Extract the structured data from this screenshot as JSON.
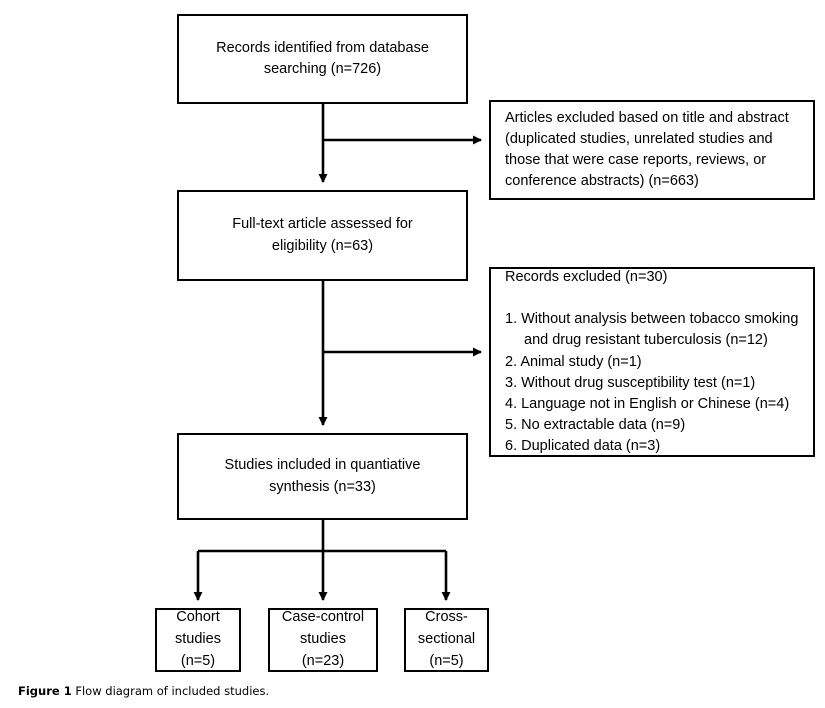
{
  "figure": {
    "caption_label": "Figure 1",
    "caption_text": "Flow diagram of included studies.",
    "line_color": "#000000",
    "background_color": "#ffffff"
  },
  "nodes": {
    "identified": {
      "text": "Records identified from database\nsearching (n=726)"
    },
    "fulltext": {
      "text": "Full-text article assessed for\neligibility (n=63)"
    },
    "synthesis": {
      "text": "Studies included in quantiative\nsynthesis (n=33)"
    },
    "excluded_title_abstract": {
      "text": "Articles excluded based on title and abstract\n(duplicated studies, unrelated studies and\nthose that were case reports, reviews, or\nconference abstracts) (n=663)"
    },
    "records_excluded": {
      "heading": "Records excluded (n=30)",
      "items": [
        "1. Without analysis between tobacco smoking\n     and drug resistant tuberculosis (n=12)",
        "2. Animal study (n=1)",
        "3. Without drug susceptibility test (n=1)",
        "4. Language not in English or Chinese (n=4)",
        "5. No extractable data (n=9)",
        "6. Duplicated data (n=3)"
      ]
    },
    "cohort": {
      "text": "Cohort\nstudies\n(n=5)"
    },
    "case_control": {
      "text": "Case-control\nstudies\n(n=23)"
    },
    "cross_sectional": {
      "text": "Cross-\nsectional\n(n=5)"
    }
  }
}
